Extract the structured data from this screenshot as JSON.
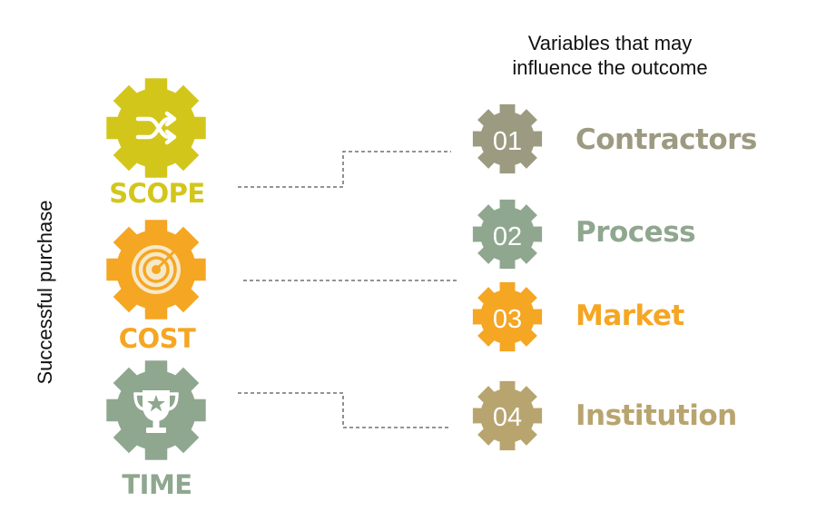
{
  "side_title": "Successful purchase",
  "header": {
    "line1": "Variables that may",
    "line2": "influence the outcome"
  },
  "goals": [
    {
      "label": "SCOPE",
      "icon": "shuffle-icon",
      "color": "#d3c61b"
    },
    {
      "label": "COST",
      "icon": "target-icon",
      "color": "#f5a623"
    },
    {
      "label": "TIME",
      "icon": "trophy-icon",
      "color": "#8fa78f"
    }
  ],
  "variables": [
    {
      "number": "01",
      "label": "Contractors",
      "color": "#9c9a80"
    },
    {
      "number": "02",
      "label": "Process",
      "color": "#8fa78f"
    },
    {
      "number": "03",
      "label": "Market",
      "color": "#f5a623"
    },
    {
      "number": "04",
      "label": "Institution",
      "color": "#b8a46e"
    }
  ]
}
